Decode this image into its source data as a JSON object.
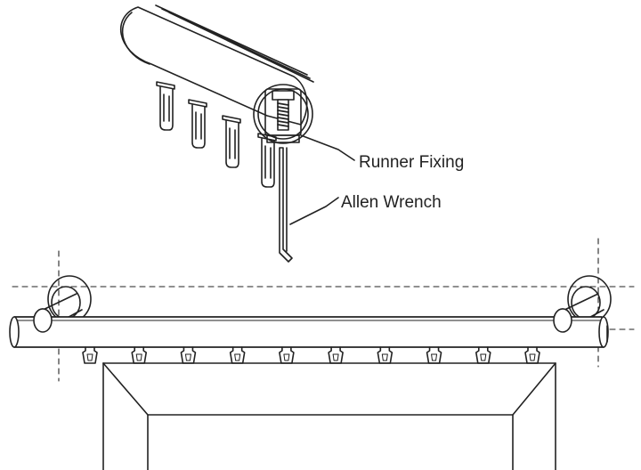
{
  "labels": {
    "runner_fixing": "Runner Fixing",
    "allen_wrench": "Allen Wrench"
  },
  "colors": {
    "line": "#222222",
    "background": "#ffffff"
  },
  "runner_count": 10
}
